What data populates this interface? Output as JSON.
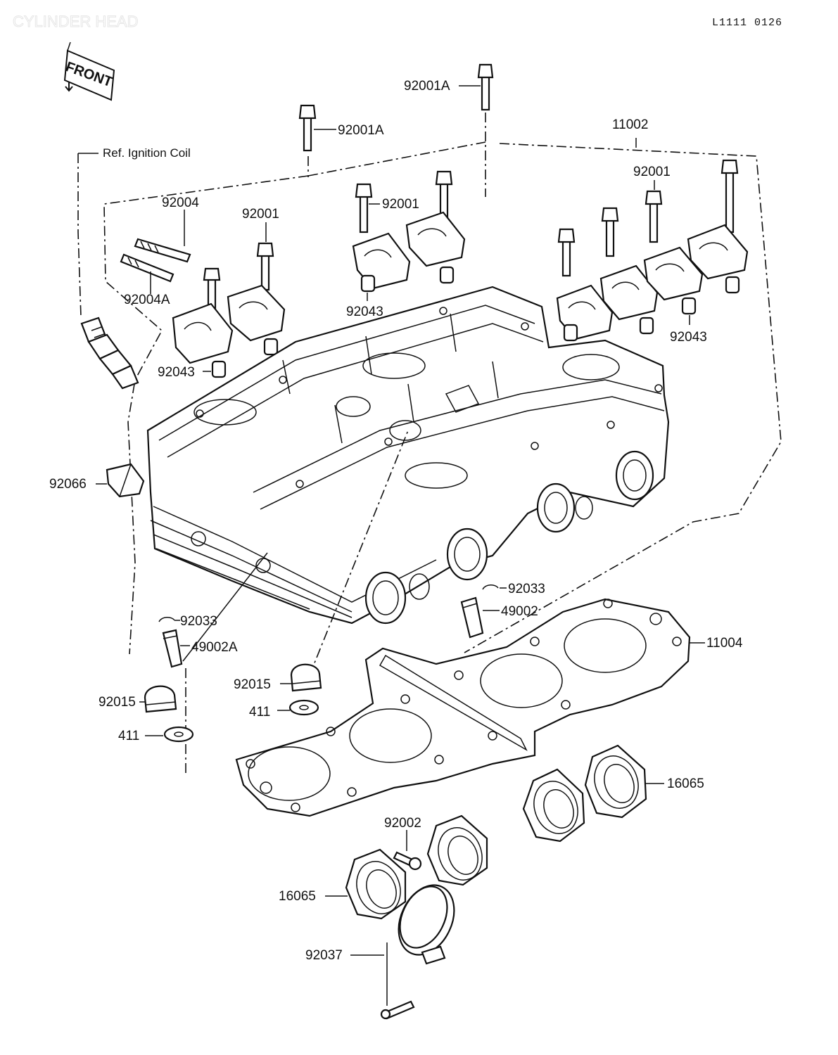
{
  "header": {
    "title": "CYLINDER HEAD",
    "code": "L1111 0126",
    "front_marker": "FRONT"
  },
  "references": {
    "ignition_coil": "Ref. Ignition Coil"
  },
  "labels": {
    "p92001A_top": "92001A",
    "p92001A_mid": "92001A",
    "p11002": "11002",
    "p92004": "92004",
    "p92004A": "92004A",
    "p92001_left": "92001",
    "p92001_center": "92001",
    "p92001_right": "92001",
    "p92043_left": "92043",
    "p92043_center": "92043",
    "p92043_right": "92043",
    "p92066": "92066",
    "p92033_left": "92033",
    "p92033_right": "92033",
    "p49002": "49002",
    "p49002A": "49002A",
    "p11004": "11004",
    "p92015_left": "92015",
    "p92015_center": "92015",
    "p411_left": "411",
    "p411_center": "411",
    "p16065_right": "16065",
    "p16065_left": "16065",
    "p92002": "92002",
    "p92037": "92037"
  }
}
